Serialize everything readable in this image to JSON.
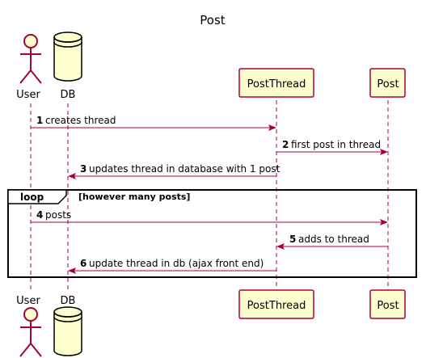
{
  "diagram": {
    "title": "Post",
    "participants": [
      {
        "id": "user",
        "label": "User",
        "kind": "actor"
      },
      {
        "id": "db",
        "label": "DB",
        "kind": "database"
      },
      {
        "id": "postthread",
        "label": "PostThread",
        "kind": "box"
      },
      {
        "id": "post",
        "label": "Post",
        "kind": "box"
      }
    ],
    "messages": [
      {
        "num": "1",
        "text": "creates thread",
        "from": "user",
        "to": "postthread"
      },
      {
        "num": "2",
        "text": "first post in thread",
        "from": "postthread",
        "to": "post"
      },
      {
        "num": "3",
        "text": "updates thread in database with 1 post",
        "from": "postthread",
        "to": "db"
      },
      {
        "num": "4",
        "text": "posts",
        "from": "user",
        "to": "post"
      },
      {
        "num": "5",
        "text": "adds to thread",
        "from": "post",
        "to": "postthread"
      },
      {
        "num": "6",
        "text": "update thread in db (ajax front end)",
        "from": "postthread",
        "to": "db"
      }
    ],
    "loop": {
      "label": "loop",
      "condition": "[however many posts]"
    },
    "colors": {
      "lifeline": "#a80036",
      "box_fill": "#fefece",
      "box_border": "#a80036",
      "arrow": "#a80036",
      "frame": "#000000"
    }
  }
}
